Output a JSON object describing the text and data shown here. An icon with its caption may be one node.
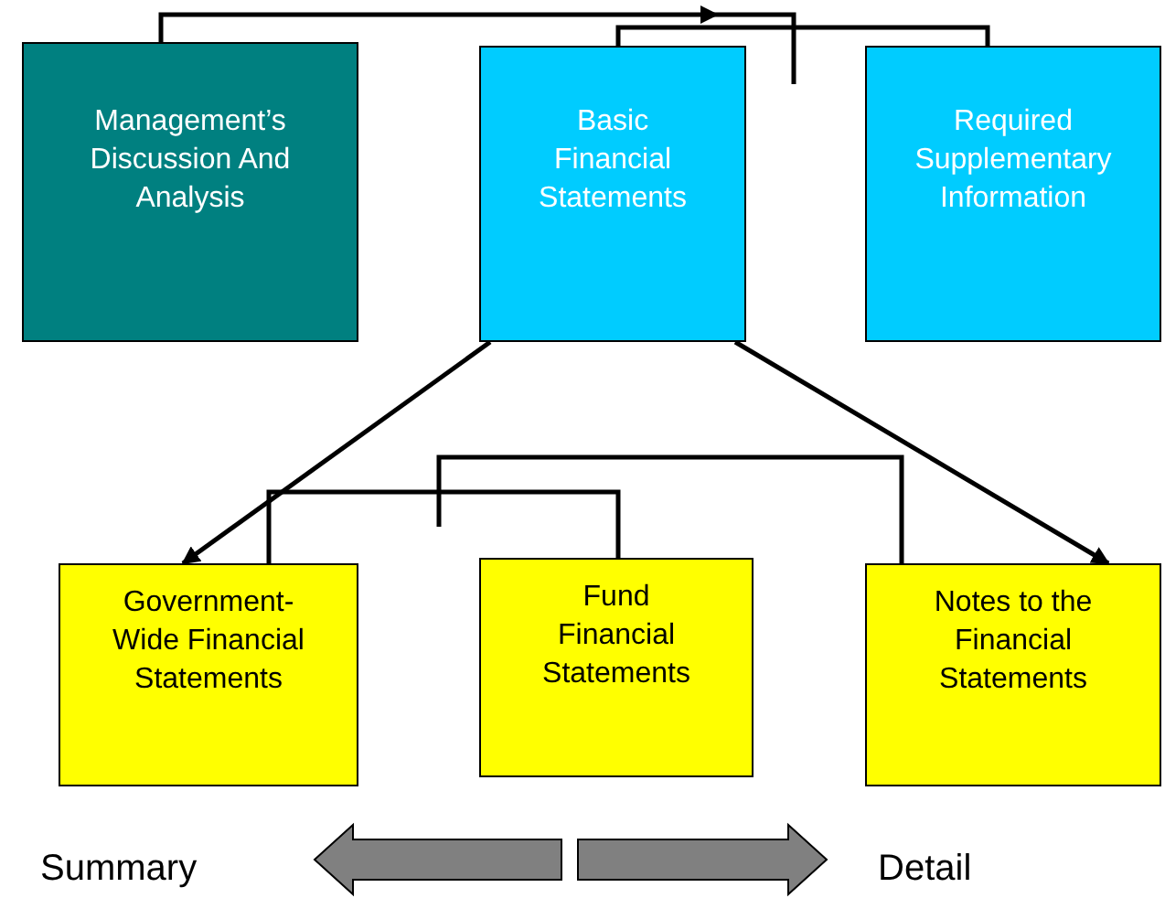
{
  "diagram": {
    "nodes": [
      {
        "text": [
          "Management’s Discussion And Analysis"
        ]
      },
      {
        "text": [
          "Basic Financial Statements"
        ]
      },
      {
        "text": [
          "Required Supplementary Information"
        ]
      },
      {
        "text": [
          "Government-Wide Financial Statements"
        ]
      },
      {
        "text": [
          "Fund Financial Statements"
        ]
      },
      {
        "text": [
          "Notes to the Financial Statements"
        ]
      }
    ],
    "edges": [
      {
        "from": 0,
        "to": 1,
        "arrow": "to"
      },
      {
        "from": 1,
        "to": null,
        "arrow": "none"
      },
      {
        "from": 1,
        "to": 2,
        "arrow": "none"
      },
      {
        "from": 1,
        "to": 3,
        "arrow": "to"
      },
      {
        "from": 1,
        "to": 5,
        "arrow": "to"
      },
      {
        "from": 3,
        "to": 4,
        "arrow": "none"
      },
      {
        "from": null,
        "to": 5,
        "arrow": "none"
      }
    ],
    "labels": [
      "Summary",
      "Detail"
    ]
  }
}
